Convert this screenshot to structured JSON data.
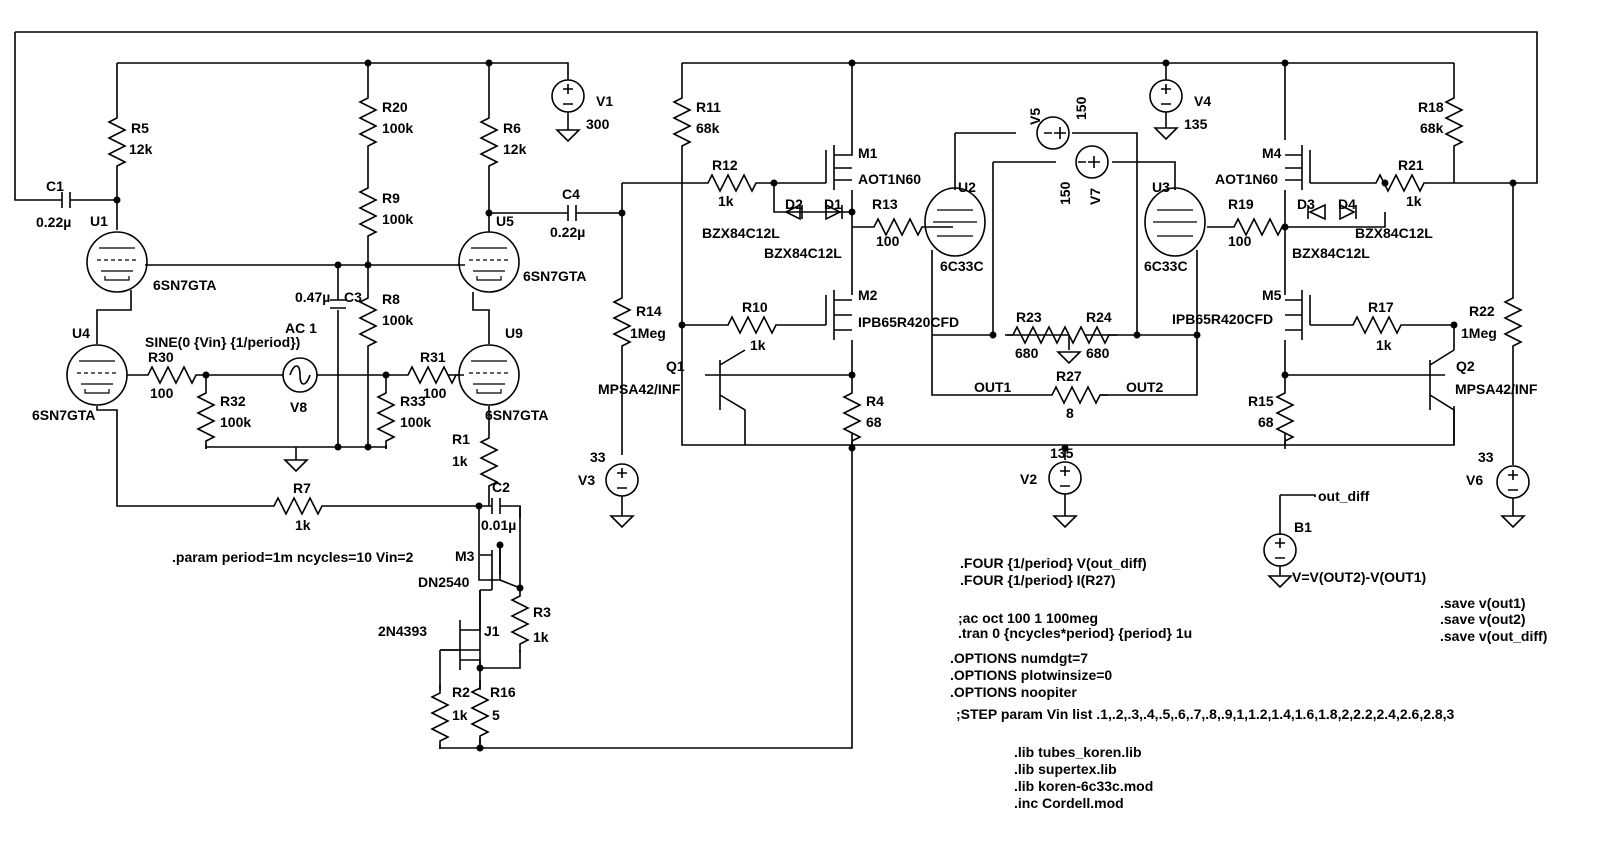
{
  "diagram": {
    "title": "",
    "components": {
      "U1": {
        "ref": "U1",
        "value": "6SN7GTA"
      },
      "U4": {
        "ref": "U4",
        "value": "6SN7GTA"
      },
      "U5": {
        "ref": "U5",
        "value": "6SN7GTA"
      },
      "U9": {
        "ref": "U9",
        "value": "6SN7GTA"
      },
      "U2": {
        "ref": "U2",
        "value": "6C33C"
      },
      "U3": {
        "ref": "U3",
        "value": "6C33C"
      },
      "R1": {
        "ref": "R1",
        "value": "1k"
      },
      "R2": {
        "ref": "R2",
        "value": "1k"
      },
      "R3": {
        "ref": "R3",
        "value": "1k"
      },
      "R4": {
        "ref": "R4",
        "value": "68"
      },
      "R5": {
        "ref": "R5",
        "value": "12k"
      },
      "R6": {
        "ref": "R6",
        "value": "12k"
      },
      "R7": {
        "ref": "R7",
        "value": "1k"
      },
      "R8": {
        "ref": "R8",
        "value": "100k"
      },
      "R9": {
        "ref": "R9",
        "value": "100k"
      },
      "R10": {
        "ref": "R10",
        "value": "1k"
      },
      "R11": {
        "ref": "R11",
        "value": "68k"
      },
      "R12": {
        "ref": "R12",
        "value": "1k"
      },
      "R13": {
        "ref": "R13",
        "value": "100"
      },
      "R14": {
        "ref": "R14",
        "value": "1Meg"
      },
      "R15": {
        "ref": "R15",
        "value": "68"
      },
      "R16": {
        "ref": "R16",
        "value": "5"
      },
      "R17": {
        "ref": "R17",
        "value": "1k"
      },
      "R18": {
        "ref": "R18",
        "value": "68k"
      },
      "R19": {
        "ref": "R19",
        "value": "100"
      },
      "R20": {
        "ref": "R20",
        "value": "100k"
      },
      "R21": {
        "ref": "R21",
        "value": "1k"
      },
      "R22": {
        "ref": "R22",
        "value": "1Meg"
      },
      "R23": {
        "ref": "R23",
        "value": "680"
      },
      "R24": {
        "ref": "R24",
        "value": "680"
      },
      "R27": {
        "ref": "R27",
        "value": "8"
      },
      "R30": {
        "ref": "R30",
        "value": "100"
      },
      "R31": {
        "ref": "R31",
        "value": "100"
      },
      "R32": {
        "ref": "R32",
        "value": "100k"
      },
      "R33": {
        "ref": "R33",
        "value": "100k"
      },
      "C1": {
        "ref": "C1",
        "value": "0.22µ"
      },
      "C2": {
        "ref": "C2",
        "value": "0.01µ"
      },
      "C3": {
        "ref": "C3",
        "value": "0.47µ"
      },
      "C4": {
        "ref": "C4",
        "value": "0.22µ"
      },
      "V1": {
        "ref": "V1",
        "value": "300"
      },
      "V2": {
        "ref": "V2",
        "value": "135"
      },
      "V3": {
        "ref": "V3",
        "value": "33"
      },
      "V4": {
        "ref": "V4",
        "value": "135"
      },
      "V5": {
        "ref": "V5",
        "value": "150"
      },
      "V6": {
        "ref": "V6",
        "value": "33"
      },
      "V7": {
        "ref": "V7",
        "value": "150"
      },
      "V8": {
        "ref": "V8",
        "value": "SINE(0 {Vin} {1/period})",
        "ac": "AC 1"
      },
      "M1": {
        "ref": "M1",
        "value": "AOT1N60"
      },
      "M2": {
        "ref": "M2",
        "value": "IPB65R420CFD"
      },
      "M3": {
        "ref": "M3",
        "value": "DN2540"
      },
      "M4": {
        "ref": "M4",
        "value": "AOT1N60"
      },
      "M5": {
        "ref": "M5",
        "value": "IPB65R420CFD"
      },
      "Q1": {
        "ref": "Q1",
        "value": "MPSA42/INF"
      },
      "Q2": {
        "ref": "Q2",
        "value": "MPSA42/INF"
      },
      "J1": {
        "ref": "J1",
        "value": "2N4393"
      },
      "D1": {
        "ref": "D1",
        "value": "BZX84C12L"
      },
      "D2": {
        "ref": "D2",
        "value": "BZX84C12L"
      },
      "D3": {
        "ref": "D3",
        "value": "BZX84C12L"
      },
      "D4": {
        "ref": "D4",
        "value": "BZX84C12L"
      },
      "B1": {
        "ref": "B1",
        "value": "V=V(OUT2)-V(OUT1)"
      }
    },
    "nets": {
      "out1": "OUT1",
      "out2": "OUT2",
      "out_diff": "out_diff"
    },
    "directives": {
      "param": ".param period=1m ncycles=10 Vin=2",
      "four": [
        ".FOUR {1/period} V(out_diff)",
        ".FOUR {1/period} I(R27)"
      ],
      "analysis": [
        ";ac oct 100 1 100meg",
        ".tran 0 {ncycles*period} {period} 1u"
      ],
      "options": [
        ".OPTIONS numdgt=7",
        ".OPTIONS plotwinsize=0",
        ".OPTIONS noopiter"
      ],
      "step": ";STEP param Vin list .1,.2,.3,.4,.5,.6,.7,.8,.9,1,1.2,1.4,1.6,1.8,2,2.2,2.4,2.6,2.8,3",
      "libs": [
        ".lib tubes_koren.lib",
        ".lib supertex.lib",
        ".lib koren-6c33c.mod",
        ".inc Cordell.mod"
      ],
      "saves": [
        ".save v(out1)",
        ".save v(out2)",
        ".save v(out_diff)"
      ]
    }
  }
}
